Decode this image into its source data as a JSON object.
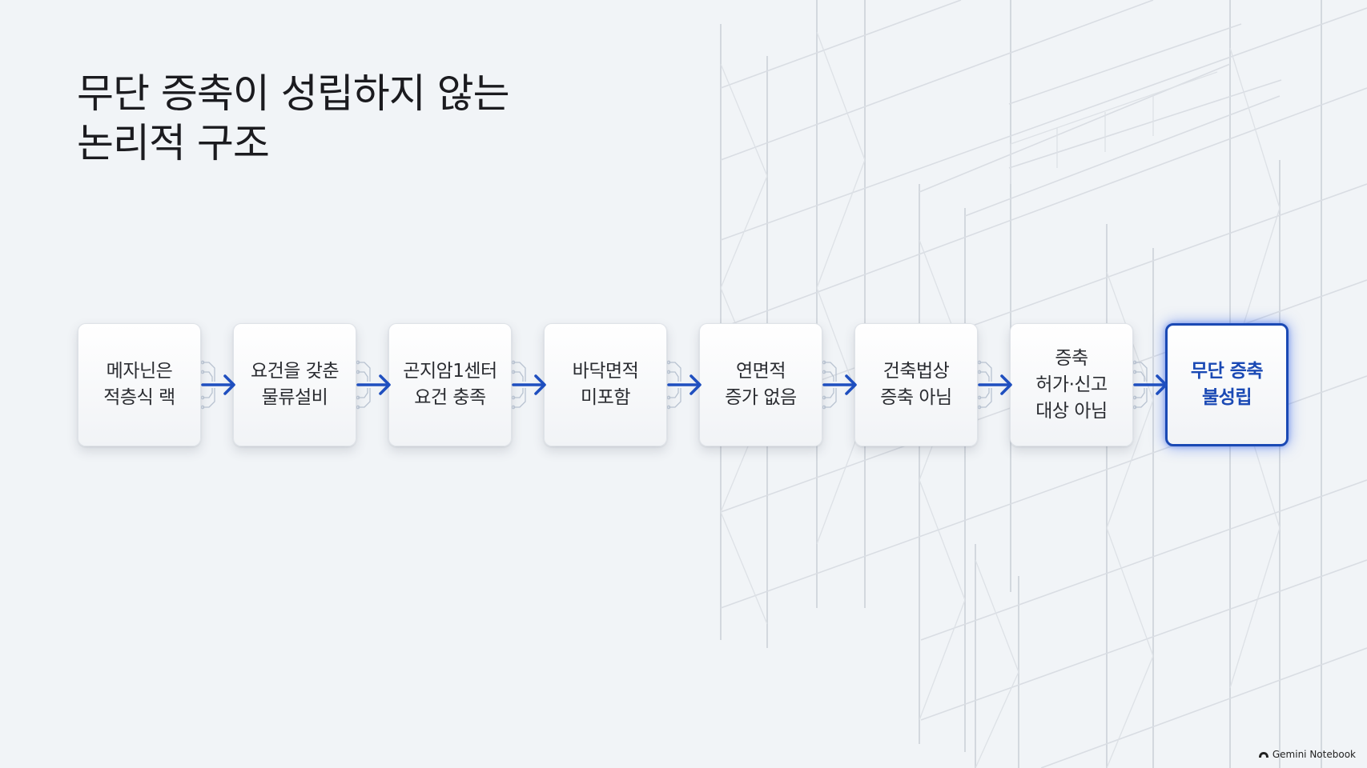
{
  "slide": {
    "title_lines": [
      "무단 증축이 성립하지 않는",
      "논리적 구조"
    ]
  },
  "flow": {
    "steps": [
      {
        "label": "메자닌은\n적층식 랙"
      },
      {
        "label": "요건을 갖춘\n물류설비"
      },
      {
        "label": "곤지암1센터\n요건 충족"
      },
      {
        "label": "바닥면적\n미포함"
      },
      {
        "label": "연면적\n증가 없음"
      },
      {
        "label": "건축법상\n증축 아님"
      },
      {
        "label": "증축\n허가·신고\n대상 아님"
      },
      {
        "label": "무단 증축\n불성립"
      }
    ],
    "arrow_color": "#1f4fbf",
    "final_color": "#1a49b4"
  },
  "branding": {
    "label": "Gemini Notebook",
    "icon": "notebook-logo-icon"
  }
}
